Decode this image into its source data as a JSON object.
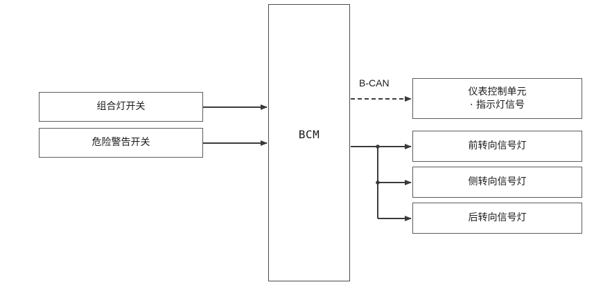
{
  "inputs": {
    "combo_switch": "组合灯开关",
    "hazard_switch": "危险警告开关"
  },
  "controller": {
    "label": "BCM"
  },
  "bus": {
    "label": "B-CAN"
  },
  "outputs": {
    "cluster_line1": "仪表控制单元",
    "cluster_line2": "· 指示灯信号",
    "front_turn": "前转向信号灯",
    "side_turn": "侧转向信号灯",
    "rear_turn": "后转向信号灯"
  },
  "colors": {
    "line": "#3a3a3a",
    "box_border": "#5a5a5a"
  }
}
